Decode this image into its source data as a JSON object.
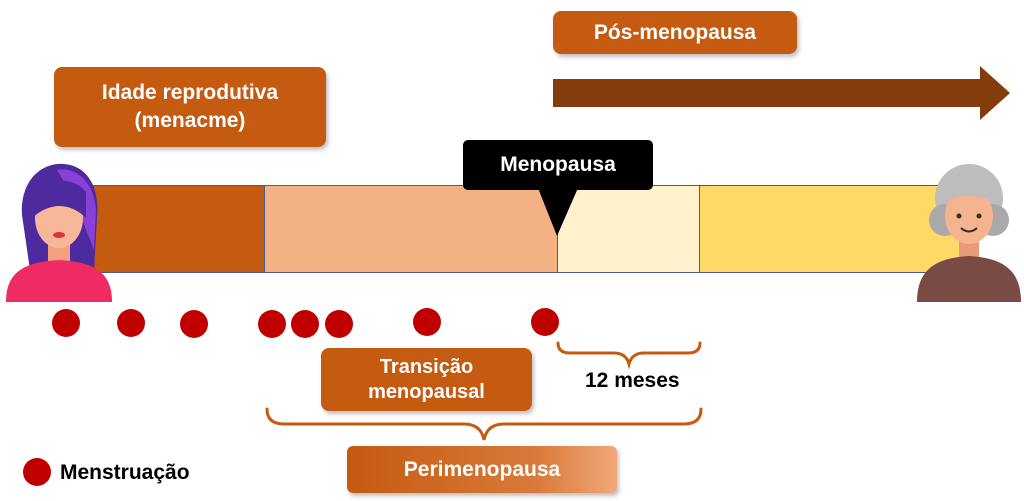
{
  "labels": {
    "postmenopause": "Pós-menopausa",
    "reproductive_line1": "Idade reprodutiva",
    "reproductive_line2": "(menacme)",
    "menopause": "Menopausa",
    "transition_line1": "Transição",
    "transition_line2": "menopausal",
    "twelve_months": "12 meses",
    "perimenopause": "Perimenopausa",
    "legend_menstruation": "Menstruação"
  },
  "colors": {
    "brown_box": "#c55a11",
    "arrow": "#843c0c",
    "seg_reproductive": "#c55a11",
    "seg_transition": "#f4b183",
    "seg_twelve": "#fff2cc",
    "seg_post": "#ffd966",
    "menopause_box": "#000000",
    "dot": "#c00000",
    "brace": "#c55a11"
  },
  "icons": {
    "young_woman": "young-woman-avatar-icon",
    "old_woman": "elderly-woman-avatar-icon"
  }
}
